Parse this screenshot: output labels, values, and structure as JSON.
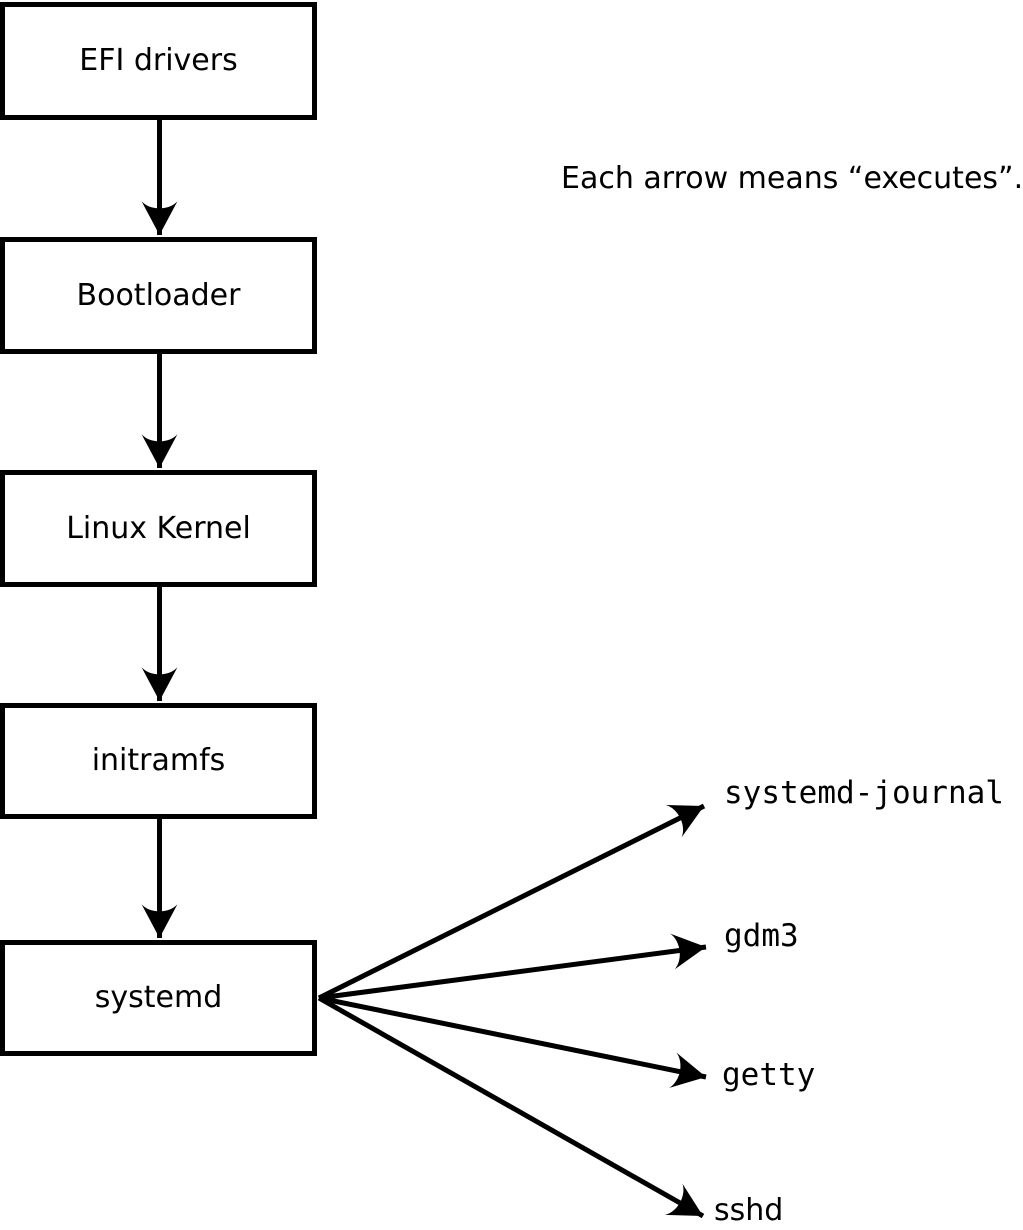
{
  "diagram": {
    "note": "Each arrow means “executes”.",
    "colors": {
      "line": "#000000",
      "background": "#ffffff",
      "box_fill": "#ffffff"
    },
    "chain_boxes": [
      {
        "label": "EFI drivers"
      },
      {
        "label": "Bootloader"
      },
      {
        "label": "Linux Kernel"
      },
      {
        "label": "initramfs"
      },
      {
        "label": "systemd"
      }
    ],
    "spawned_processes": [
      {
        "label": "systemd-journal"
      },
      {
        "label": "gdm3"
      },
      {
        "label": "getty"
      },
      {
        "label": "sshd"
      }
    ],
    "edges": [
      {
        "from": "EFI drivers",
        "to": "Bootloader"
      },
      {
        "from": "Bootloader",
        "to": "Linux Kernel"
      },
      {
        "from": "Linux Kernel",
        "to": "initramfs"
      },
      {
        "from": "initramfs",
        "to": "systemd"
      },
      {
        "from": "systemd",
        "to": "systemd-journal"
      },
      {
        "from": "systemd",
        "to": "gdm3"
      },
      {
        "from": "systemd",
        "to": "getty"
      },
      {
        "from": "systemd",
        "to": "sshd"
      }
    ]
  }
}
